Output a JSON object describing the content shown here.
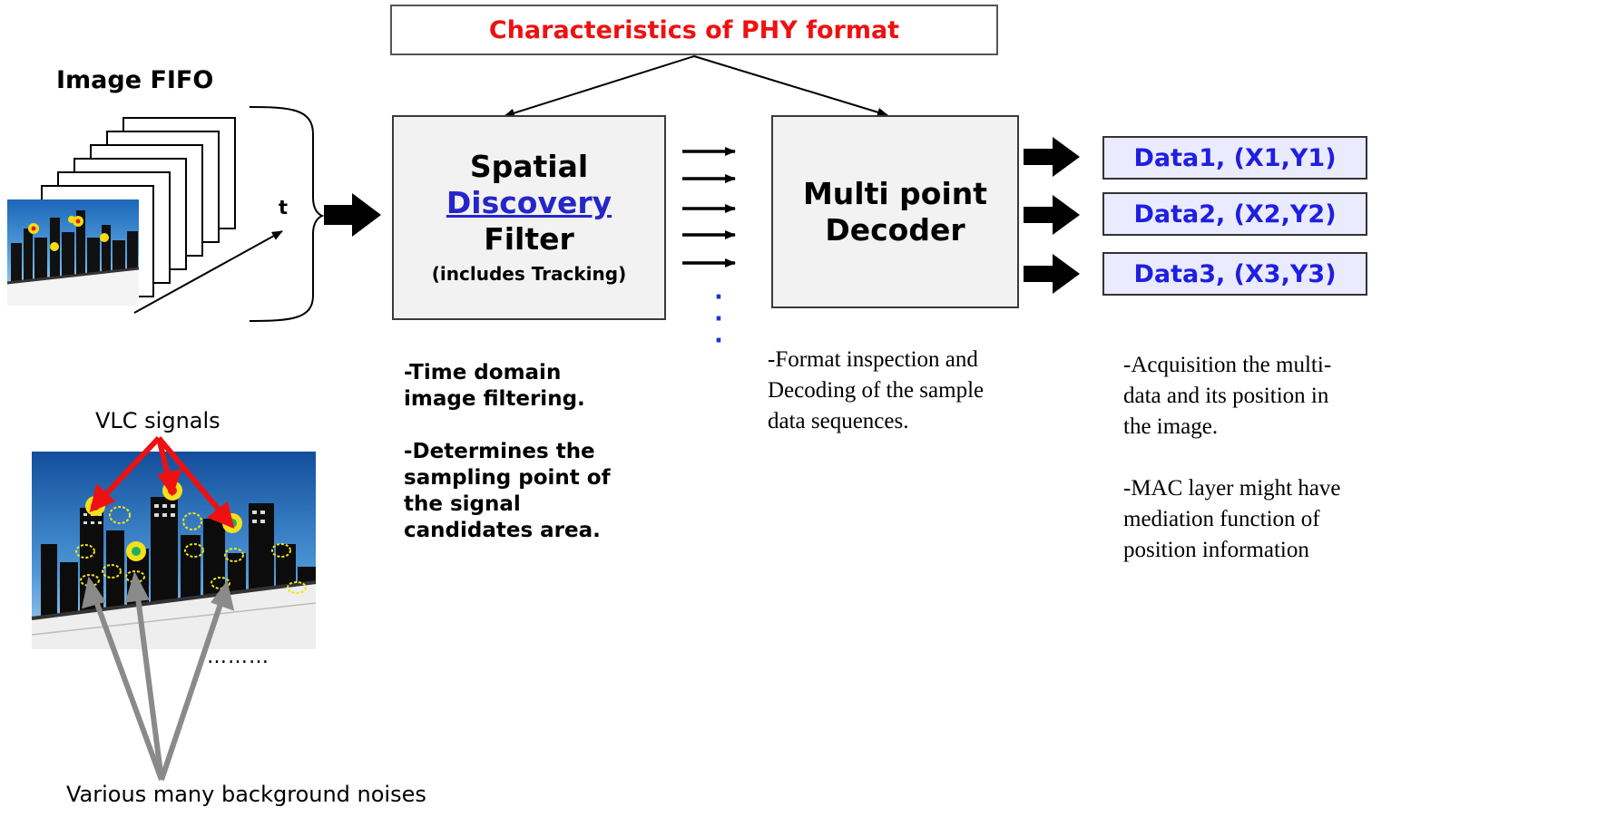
{
  "phy_box": {
    "label": "Characteristics of PHY format"
  },
  "fifo": {
    "title": "Image FIFO",
    "time_axis": "t"
  },
  "spatial_filter": {
    "line1": "Spatial",
    "line2": "Discovery",
    "line3": "Filter",
    "line4": "(includes Tracking)",
    "desc_1a": "-Time domain",
    "desc_1b": "image filtering.",
    "desc_2a": "-Determines the",
    "desc_2b": "sampling point of",
    "desc_2c": "the signal",
    "desc_2d": "candidates area."
  },
  "decoder": {
    "line1": "Multi point",
    "line2": "Decoder",
    "desc_a": "-Format inspection and",
    "desc_b": "Decoding of the sample",
    "desc_c": "data sequences."
  },
  "outputs": [
    {
      "label": "Data1, (X1,Y1)"
    },
    {
      "label": "Data2, (X2,Y2)"
    },
    {
      "label": "Data3, (X3,Y3)"
    }
  ],
  "output_desc": {
    "a": "-Acquisition the multi-",
    "b": "data and its position in",
    "c": "the image.",
    "d": "-MAC layer might have",
    "e": "mediation function of",
    "f": "position information"
  },
  "vlc_label": "VLC signals",
  "noise_label": "Various many background noises",
  "ellipsis": "………",
  "vertical_dots": [
    "·",
    "·",
    "·"
  ],
  "colors": {
    "phy_text": "#ee1111",
    "data_text": "#1f1fe0",
    "link": "#2626c8",
    "vlc_arrow": "#ee1111",
    "noise_arrow": "#8a8a8a"
  }
}
